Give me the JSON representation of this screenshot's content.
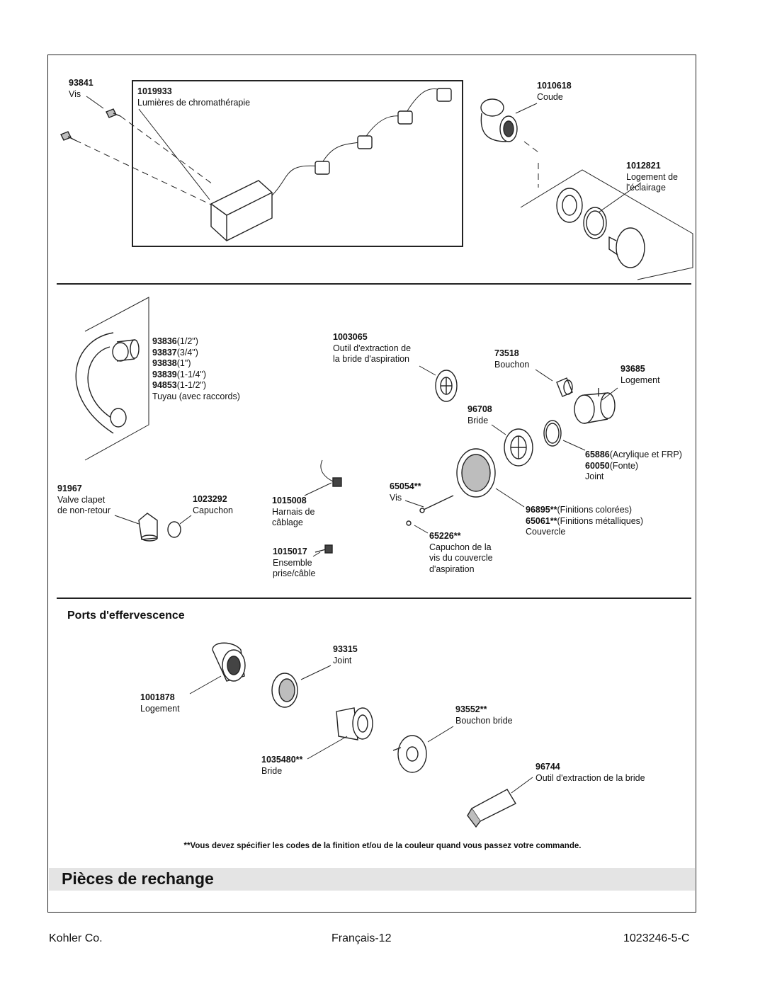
{
  "top_section": {
    "screw": {
      "part": "93841",
      "name": "Vis"
    },
    "lights": {
      "part": "1019933",
      "name": "Lumières de chromathérapie"
    },
    "elbow": {
      "part": "1010618",
      "name": "Coude"
    },
    "housing": {
      "part": "1012821",
      "name_line1": "Logement de",
      "name_line2": "l'éclairage"
    }
  },
  "middle_section": {
    "hose": {
      "parts": [
        {
          "part": "93836",
          "size": "(1/2\")"
        },
        {
          "part": "93837",
          "size": "(3/4\")"
        },
        {
          "part": "93838",
          "size": "(1\")"
        },
        {
          "part": "93839",
          "size": "(1-1/4\")"
        },
        {
          "part": "94853",
          "size": "(1-1/2\")"
        }
      ],
      "name": "Tuyau (avec raccords)"
    },
    "flange_tool": {
      "part": "1003065",
      "name_line1": "Outil d'extraction de",
      "name_line2": "la bride d'aspiration"
    },
    "plug": {
      "part": "73518",
      "name": "Bouchon"
    },
    "logement": {
      "part": "93685",
      "name": "Logement"
    },
    "bride": {
      "part": "96708",
      "name": "Bride"
    },
    "joint": {
      "part1": "65886",
      "note1": "(Acrylique et FRP)",
      "part2": "60050",
      "note2": "(Fonte)",
      "name": "Joint"
    },
    "check_valve": {
      "part": "91967",
      "name_line1": "Valve clapet",
      "name_line2": "de non-retour"
    },
    "cap": {
      "part": "1023292",
      "name": "Capuchon"
    },
    "harness": {
      "part": "1015008",
      "name_line1": "Harnais de",
      "name_line2": "câblage"
    },
    "vis": {
      "part": "65054**",
      "name": "Vis"
    },
    "cover": {
      "part1": "96895**",
      "note1": "(Finitions colorées)",
      "part2": "65061**",
      "note2": "(Finitions métalliques)",
      "name": "Couvercle"
    },
    "screw_cap": {
      "part": "65226**",
      "name_line1": "Capuchon de la",
      "name_line2": "vis du couvercle",
      "name_line3": "d'aspiration"
    },
    "plug_cable": {
      "part": "1015017",
      "name_line1": "Ensemble",
      "name_line2": "prise/câble"
    }
  },
  "ports": {
    "title": "Ports d'effervescence",
    "joint": {
      "part": "93315",
      "name": "Joint"
    },
    "logement": {
      "part": "1001878",
      "name": "Logement"
    },
    "bouchon_bride": {
      "part": "93552**",
      "name": "Bouchon bride"
    },
    "bride": {
      "part": "1035480**",
      "name": "Bride"
    },
    "tool": {
      "part": "96744",
      "name": "Outil d'extraction de la bride"
    }
  },
  "note": "**Vous devez spécifier les codes de la finition et/ou de la couleur quand vous passez votre commande.",
  "banner_title": "Pièces de rechange",
  "footer": {
    "company": "Kohler Co.",
    "page": "Français-12",
    "doc_number": "1023246-5-C"
  }
}
